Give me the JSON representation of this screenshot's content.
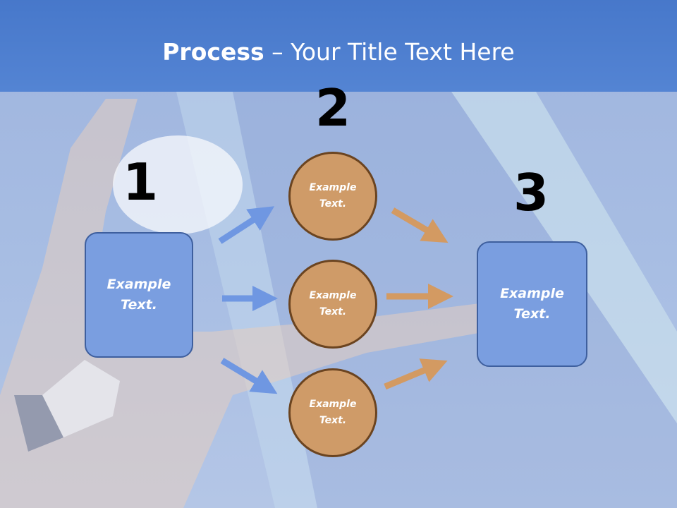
{
  "slide": {
    "title_bold": "Process",
    "title_rest": " – Your Title Text Here"
  },
  "steps": {
    "one": "1",
    "two": "2",
    "three": "3"
  },
  "boxes": {
    "left": "Example\nText.",
    "right": "Example\nText."
  },
  "circles": [
    {
      "text": "Example\nText."
    },
    {
      "text": "Example\nText."
    },
    {
      "text": "Example\nText."
    }
  ],
  "colors": {
    "title_band": "#4f7fd0",
    "box_fill": "#7a9ee0",
    "circle_fill": "#cf9b68",
    "blue_arrow": "#6f97e2",
    "orange_arrow": "#d39a62"
  }
}
